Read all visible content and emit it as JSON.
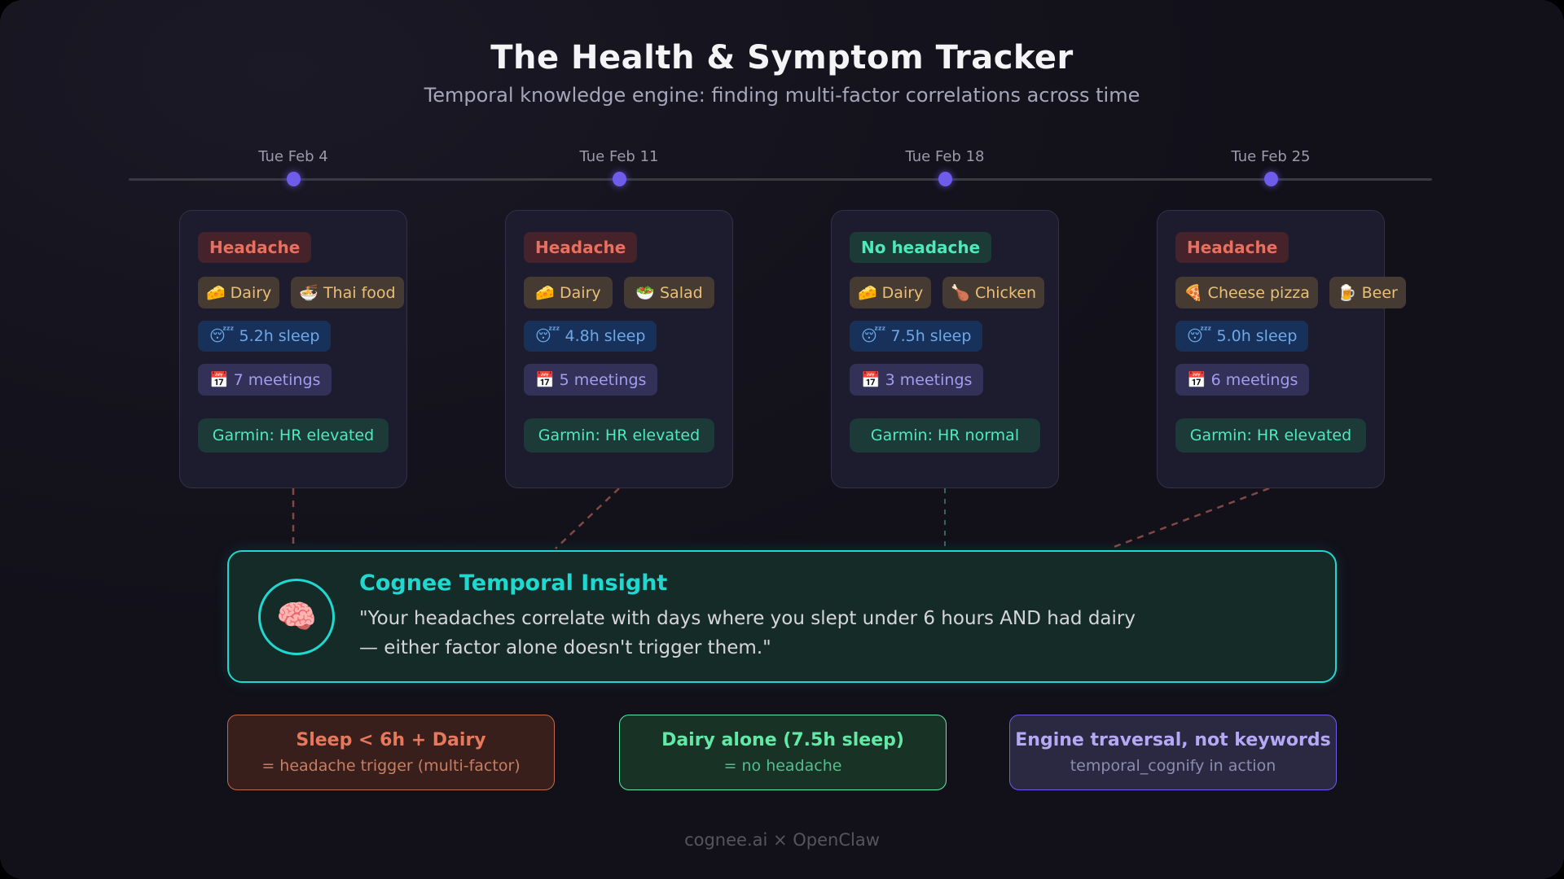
{
  "header": {
    "title": "The Health & Symptom Tracker",
    "subtitle": "Temporal knowledge engine: finding multi-factor correlations across time"
  },
  "timeline": {
    "dates": [
      "Tue Feb 4",
      "Tue Feb 11",
      "Tue Feb 18",
      "Tue Feb 25"
    ]
  },
  "cards": [
    {
      "status": "Headache",
      "status_type": "bad",
      "foods": [
        {
          "icon": "🧀",
          "label": "Dairy"
        },
        {
          "icon": "🍜",
          "label": "Thai food"
        }
      ],
      "sleep_icon": "😴",
      "sleep": "5.2h sleep",
      "meetings_icon": "📅",
      "meetings": "7 meetings",
      "garmin": "Garmin: HR elevated"
    },
    {
      "status": "Headache",
      "status_type": "bad",
      "foods": [
        {
          "icon": "🧀",
          "label": "Dairy"
        },
        {
          "icon": "🥗",
          "label": "Salad"
        }
      ],
      "sleep_icon": "😴",
      "sleep": "4.8h sleep",
      "meetings_icon": "📅",
      "meetings": "5 meetings",
      "garmin": "Garmin: HR elevated"
    },
    {
      "status": "No headache",
      "status_type": "good",
      "foods": [
        {
          "icon": "🧀",
          "label": "Dairy"
        },
        {
          "icon": "🍗",
          "label": "Chicken"
        }
      ],
      "sleep_icon": "😴",
      "sleep": "7.5h sleep",
      "meetings_icon": "📅",
      "meetings": "3 meetings",
      "garmin": "Garmin: HR normal"
    },
    {
      "status": "Headache",
      "status_type": "bad",
      "foods": [
        {
          "icon": "🍕",
          "label": "Cheese pizza"
        },
        {
          "icon": "🍺",
          "label": "Beer"
        }
      ],
      "sleep_icon": "😴",
      "sleep": "5.0h sleep",
      "meetings_icon": "📅",
      "meetings": "6 meetings",
      "garmin": "Garmin: HR elevated"
    }
  ],
  "insight": {
    "icon": "🧠",
    "title": "Cognee Temporal Insight",
    "quote": "\"Your headaches correlate with days where you slept under 6 hours AND had dairy — either factor alone doesn't trigger them.\""
  },
  "conclusions": [
    {
      "title": "Sleep < 6h + Dairy",
      "subtitle": "= headache trigger (multi-factor)",
      "type": "red"
    },
    {
      "title": "Dairy alone (7.5h sleep)",
      "subtitle": "= no headache",
      "type": "green"
    },
    {
      "title": "Engine traversal, not keywords",
      "subtitle": "temporal_cognify in action",
      "type": "purple"
    }
  ],
  "footer": {
    "credit": "cognee.ai × OpenClaw"
  },
  "colors": {
    "accent_teal": "#1fd9d0",
    "accent_purple": "#6f5cea",
    "headache_red": "#e8705e",
    "good_green": "#4ce9b9",
    "food_gold": "#e9bf79",
    "sleep_blue": "#6fa8e6",
    "meeting_purple": "#a39cf0",
    "garmin_mint": "#4fe9bb"
  }
}
